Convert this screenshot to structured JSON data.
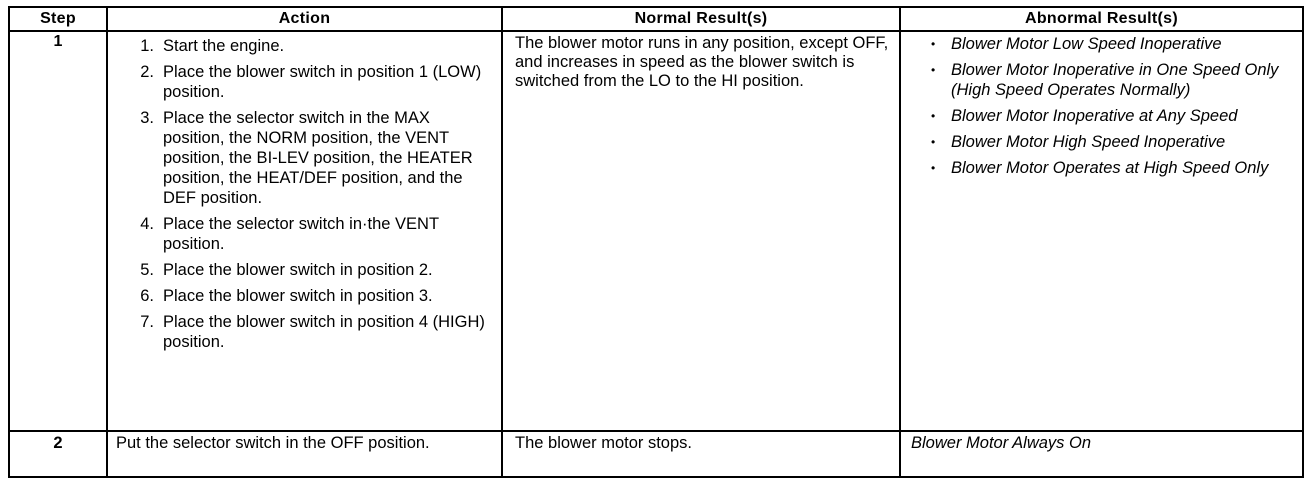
{
  "table": {
    "headers": {
      "step": "Step",
      "action": "Action",
      "normal": "Normal Result(s)",
      "abnormal": "Abnormal Result(s)"
    },
    "rows": [
      {
        "step": "1",
        "actions": [
          {
            "num": "1.",
            "text": "Start the engine."
          },
          {
            "num": "2.",
            "text": "Place the blower switch in position 1 (LOW) position."
          },
          {
            "num": "3.",
            "text": "Place the selector switch in the MAX position, the NORM position, the VENT position, the BI-LEV position, the HEATER position, the HEAT/DEF position, and the DEF position."
          },
          {
            "num": "4.",
            "text": "Place the selector switch in·the VENT position."
          },
          {
            "num": "5.",
            "text": "Place the blower switch in position 2."
          },
          {
            "num": "6.",
            "text": "Place the blower switch in position 3."
          },
          {
            "num": "7.",
            "text": "Place the blower switch in position 4 (HIGH) position."
          }
        ],
        "normal": "The blower motor runs in any position, except OFF, and increases in speed as the blower switch is switched from the LO to the HI position.",
        "abnormal": [
          "Blower Motor Low Speed Inoperative",
          "Blower Motor Inoperative in One Speed Only (High Speed Operates Normally)",
          "Blower Motor Inoperative at Any Speed",
          "Blower Motor High Speed Inoperative",
          "Blower Motor Operates at High Speed Only"
        ]
      },
      {
        "step": "2",
        "action": "Put the selector switch in the OFF position.",
        "normal": "The blower motor stops.",
        "abnormal": "Blower Motor Always On"
      }
    ]
  }
}
